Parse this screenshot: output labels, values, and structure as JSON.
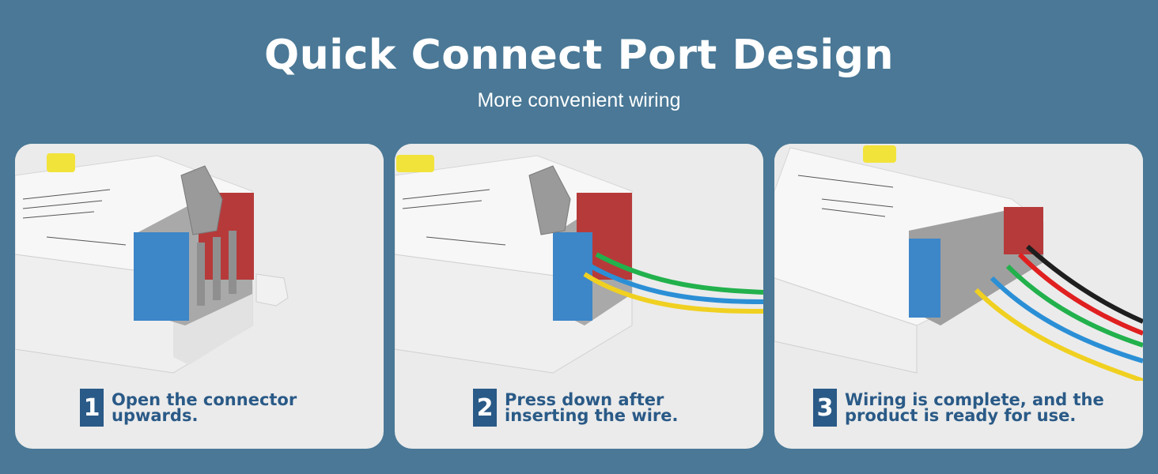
{
  "header": {
    "title": "Quick Connect Port Design",
    "subtitle": "More convenient wiring"
  },
  "colors": {
    "background": "#4a7896",
    "card": "#ebebeb",
    "accent": "#2a5a87",
    "wires": [
      "#1e1e1e",
      "#e02020",
      "#22b14c",
      "#2b8fd6",
      "#f0d020"
    ]
  },
  "steps": [
    {
      "number": "1",
      "text": "Open the connector\nupwards."
    },
    {
      "number": "2",
      "text": "Press down after\ninserting the wire."
    },
    {
      "number": "3",
      "text": "Wiring is complete, and the\nproduct is ready for use."
    }
  ]
}
